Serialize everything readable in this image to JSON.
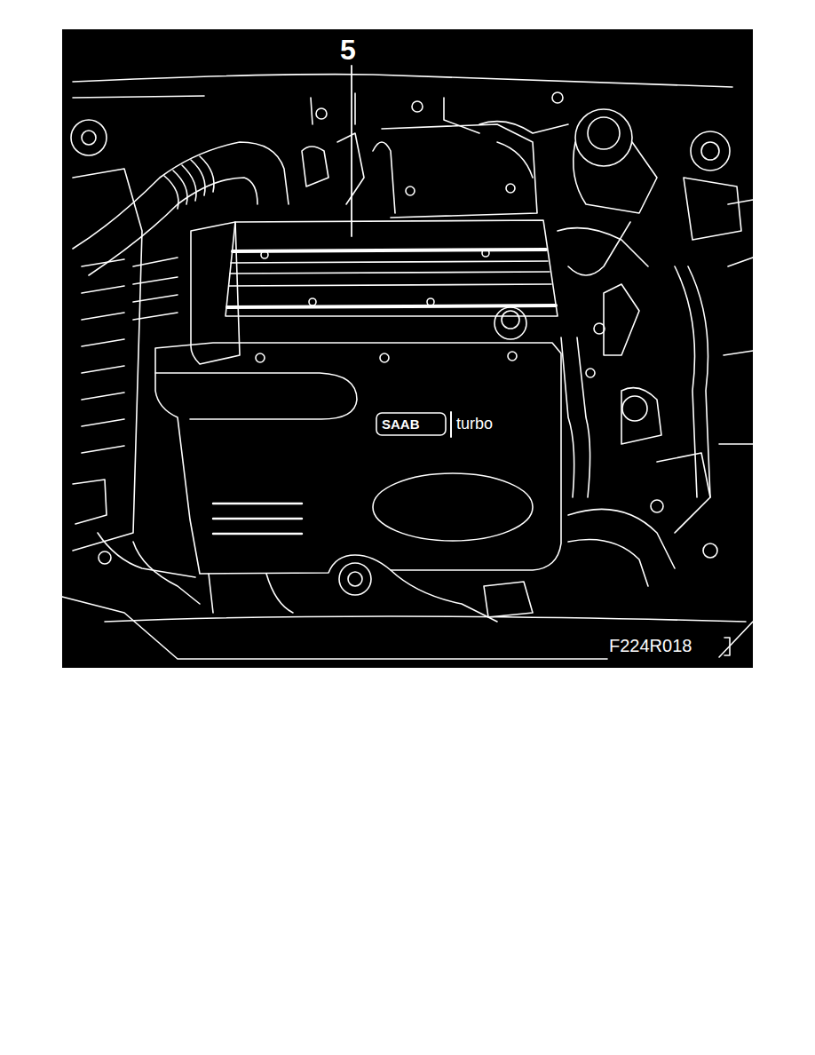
{
  "diagram": {
    "labels": [
      "5",
      "SAAB",
      "turbo",
      "F224R018"
    ]
  }
}
